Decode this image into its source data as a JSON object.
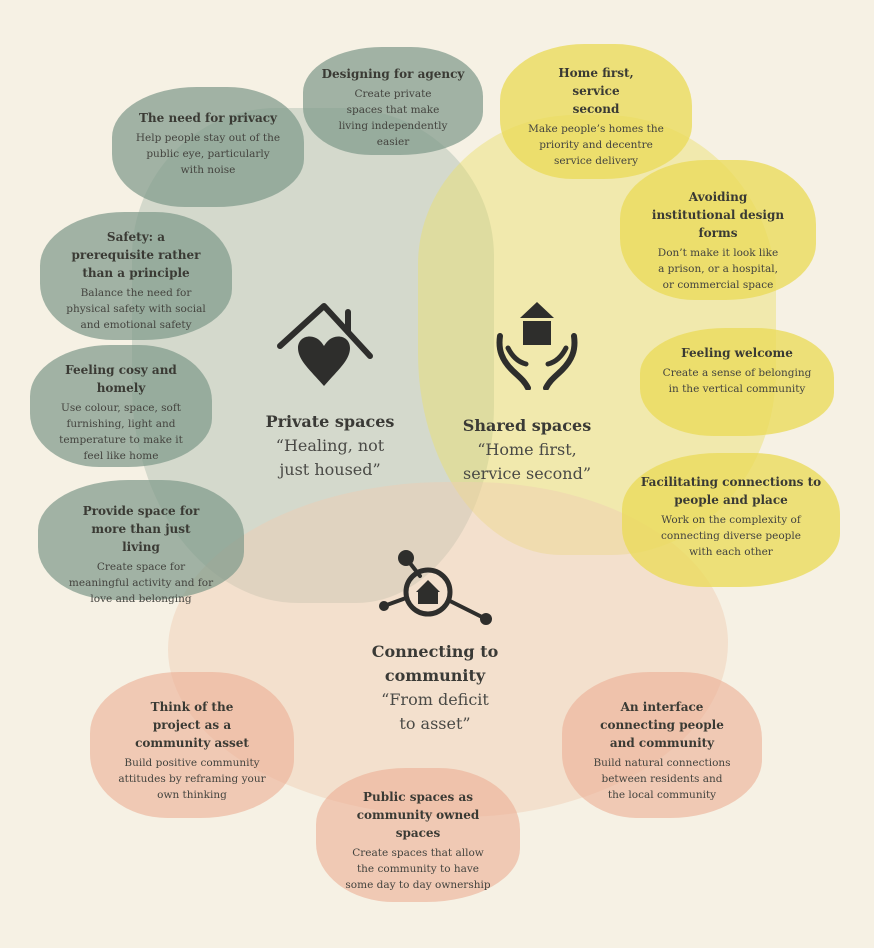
{
  "sections": {
    "private": {
      "title": "Private spaces",
      "quote": "“Healing, not just housed”",
      "icon": "house-heart-icon"
    },
    "shared": {
      "title": "Shared spaces",
      "quote": "“Home first, service second”",
      "icon": "hands-holding-house-icon"
    },
    "community": {
      "title": "Connecting to community",
      "quote": "“From deficit to asset”",
      "icon": "connected-house-icon"
    }
  },
  "cards": {
    "designing_agency": {
      "title": "Designing for agency",
      "desc": "Create private spaces that make living independently easier"
    },
    "need_privacy": {
      "title": "The need for privacy",
      "desc": "Help people stay out of the public eye, particularly with noise"
    },
    "safety": {
      "title": "Safety: a prerequisite rather than a principle",
      "desc": "Balance the need for physical safety with social and emotional safety"
    },
    "cosy": {
      "title": "Feeling cosy and homely",
      "desc": "Use colour, space, soft furnishing, light and temperature to make it feel like home"
    },
    "more_than_living": {
      "title": "Provide space for more than just living",
      "desc": "Create space for meaningful activity and for love and belonging"
    },
    "home_first": {
      "title": "Home first, service second",
      "desc": "Make people’s homes the priority and decentre service delivery"
    },
    "avoiding_institutional": {
      "title": "Avoiding institutional design forms",
      "desc": "Don’t make it look like a prison, or a hospital, or commercial space"
    },
    "feeling_welcome": {
      "title": "Feeling welcome",
      "desc": "Create a sense of belonging in the vertical community"
    },
    "facilitating": {
      "title": "Facilitating connections to people and place",
      "desc": "Work on the complexity of connecting diverse people with each other"
    },
    "community_asset": {
      "title": "Think of the project as a community asset",
      "desc": "Build positive community attitudes by reframing your own thinking"
    },
    "public_spaces": {
      "title": "Public spaces as community owned spaces",
      "desc": "Create spaces that allow the community to have some day to day ownership"
    },
    "interface": {
      "title": "An interface connecting people and community",
      "desc": "Build natural connections between residents and the local community"
    }
  },
  "colors": {
    "background": "#f6f1e4",
    "private_green": "#809a8a",
    "shared_yellow": "#ebdb5a",
    "community_peach": "#ecb096",
    "text": "#3a3a36"
  }
}
